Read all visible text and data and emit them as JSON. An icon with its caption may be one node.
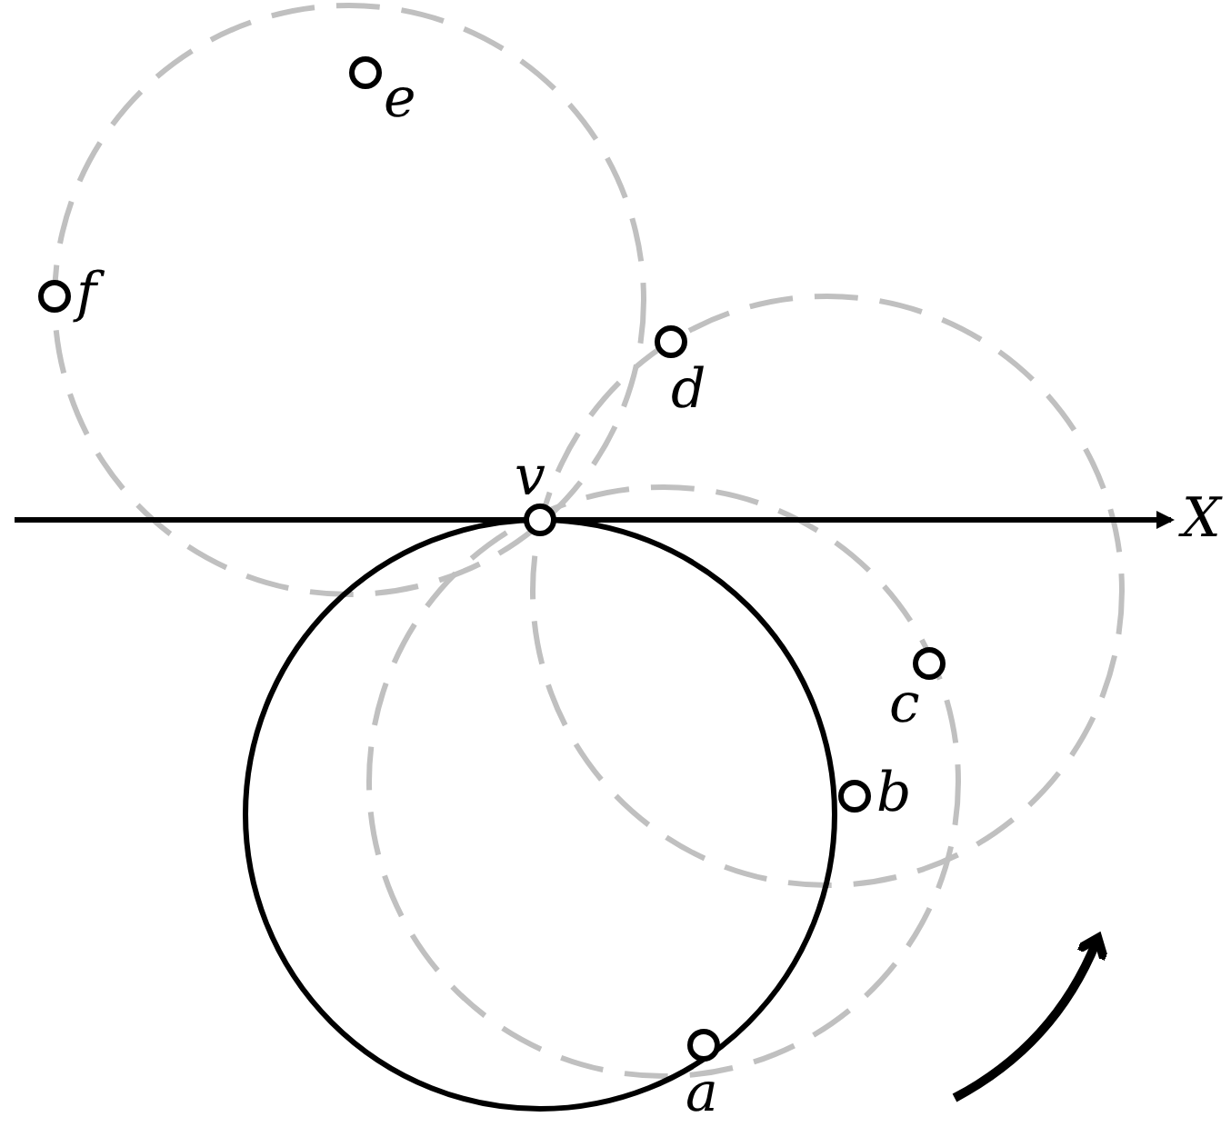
{
  "diagram": {
    "nodes": [
      {
        "text": [
          "e"
        ]
      },
      {
        "text": [
          "f"
        ]
      },
      {
        "text": [
          "d"
        ]
      },
      {
        "text": [
          "v"
        ]
      },
      {
        "text": [
          "c"
        ]
      },
      {
        "text": [
          "b"
        ]
      },
      {
        "text": [
          "a"
        ]
      }
    ],
    "labels": [
      "X"
    ]
  }
}
